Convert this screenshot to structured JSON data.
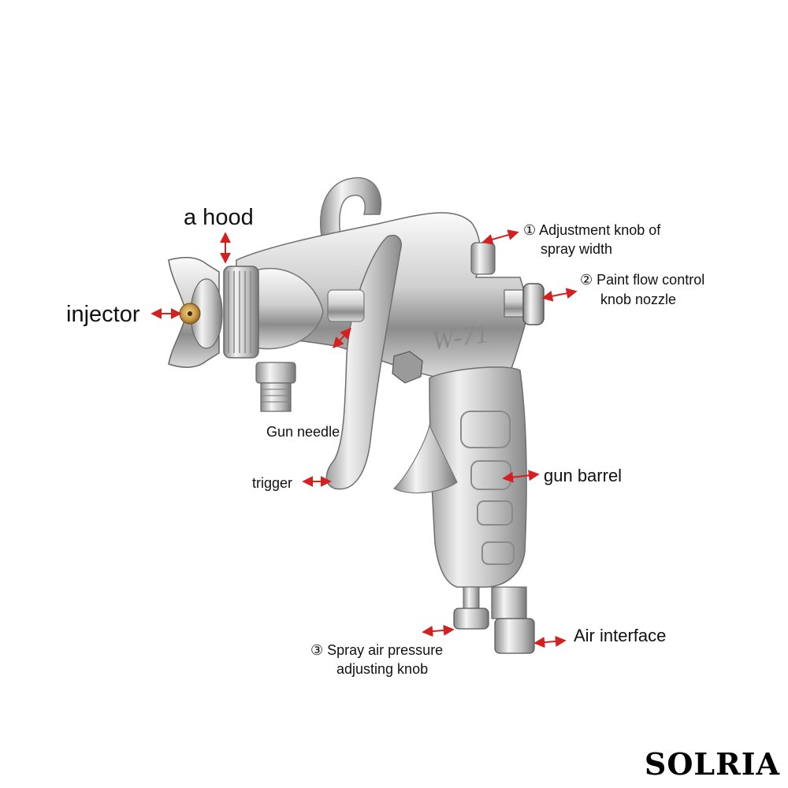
{
  "labels": {
    "hood": "a hood",
    "injector": "injector",
    "gun_needle": "Gun needle",
    "trigger": "trigger",
    "adjust_knob_line1": "① Adjustment knob of",
    "adjust_knob_line2": "spray width",
    "paint_flow_line1": "② Paint flow control",
    "paint_flow_line2": "knob nozzle",
    "gun_barrel": "gun barrel",
    "air_interface": "Air interface",
    "air_pressure_line1": "③  Spray air pressure",
    "air_pressure_line2": "adjusting knob"
  },
  "model_mark": "W-71",
  "brand": "SOLRIA",
  "colors": {
    "arrow": "#d42020",
    "text": "#111111",
    "metal_light": "#f2f2f2",
    "metal_mid": "#b4b4b4",
    "metal_dark": "#6e6e6e",
    "brass": "#c99a45"
  }
}
